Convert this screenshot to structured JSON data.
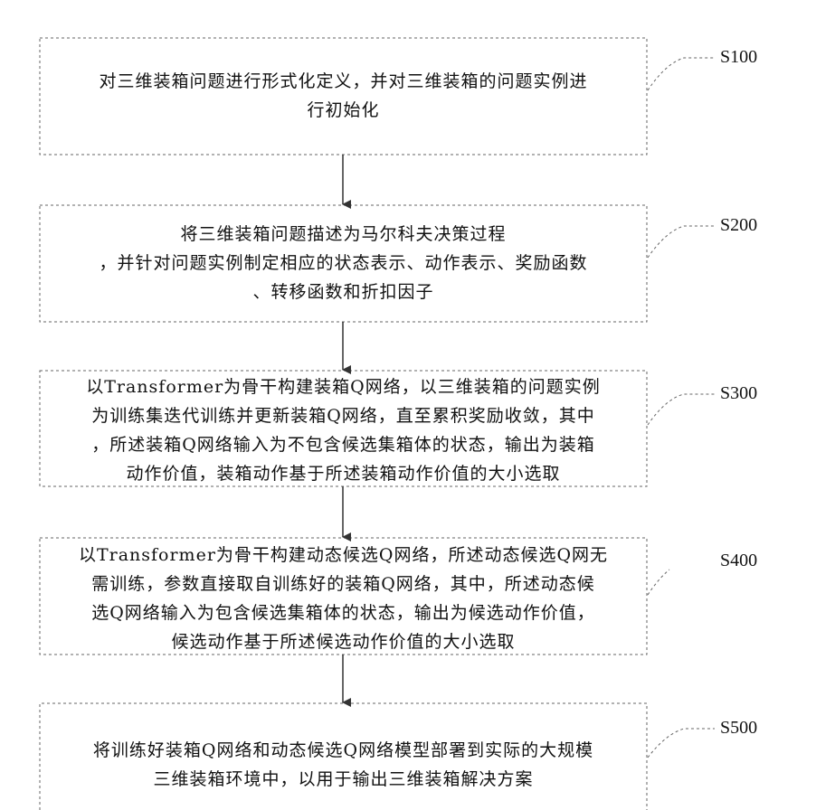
{
  "steps": [
    {
      "label": "S100",
      "lines": [
        "对三维装箱问题进行形式化定义，并对三维装箱的问题实例进",
        "行初始化"
      ]
    },
    {
      "label": "S200",
      "lines": [
        "将三维装箱问题描述为马尔科夫决策过程",
        "，并针对问题实例制定相应的状态表示、动作表示、奖励函数",
        "、转移函数和折扣因子"
      ]
    },
    {
      "label": "S300",
      "lines": [
        "以Transformer为骨干构建装箱Q网络，以三维装箱的问题实例",
        "为训练集迭代训练并更新装箱Q网络，直至累积奖励收敛，其中",
        "，所述装箱Q网络输入为不包含候选集箱体的状态，输出为装箱",
        "动作价值，装箱动作基于所述装箱动作价值的大小选取"
      ]
    },
    {
      "label": "S400",
      "lines": [
        "以Transformer为骨干构建动态候选Q网络，所述动态候选Q网无",
        "需训练，参数直接取自训练好的装箱Q网络，其中，所述动态候",
        "选Q网络输入为包含候选集箱体的状态，输出为候选动作价值，",
        "候选动作基于所述候选动作价值的大小选取"
      ]
    },
    {
      "label": "S500",
      "lines": [
        "将训练好装箱Q网络和动态候选Q网络模型部署到实际的大规模",
        "三维装箱环境中，以用于输出三维装箱解决方案"
      ]
    }
  ]
}
